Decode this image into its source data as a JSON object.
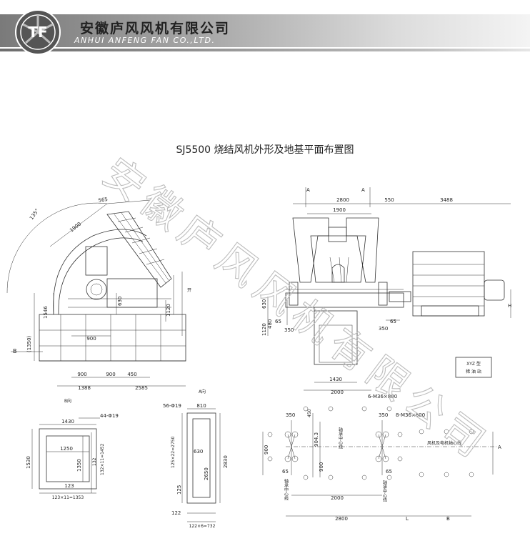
{
  "header": {
    "company_cn": "安徽庐风风机有限公司",
    "company_en": "ANHUI ANFENG FAN CO.,LTD.",
    "logo_text": "TF"
  },
  "drawing": {
    "title": "SJ5500 烧结风机外形及地基平面布置图",
    "side_view": {
      "angle": "135°",
      "dim_1900": "1900",
      "dim_565": "565",
      "dim_1546": "1546",
      "dim_1350": "(1350)",
      "dim_1120": "1120",
      "dim_630": "630",
      "dim_900_inner": "900",
      "dim_900_a": "900",
      "dim_900_b": "900",
      "dim_450": "450",
      "dim_1388": "1388",
      "dim_2585": "2585",
      "marker_b": "B",
      "marker_side": "开"
    },
    "front_view": {
      "marker_a_left": "A",
      "marker_a_right": "A",
      "dim_2800": "2800",
      "dim_550": "550",
      "dim_3488": "3488",
      "dim_1900": "1900",
      "dim_630": "630",
      "dim_1120": "1120",
      "dim_480": "480",
      "dim_65_left": "65",
      "dim_350_left": "350",
      "dim_350_right": "350",
      "dim_65_right": "65",
      "dim_1430": "1430",
      "dim_2000": "2000",
      "dim_h": "H",
      "box_label_1": "XYZ 型",
      "box_label_2": "稀 油 站"
    },
    "view_b": {
      "label": "B向",
      "dim_1430": "1430",
      "holes": "44-Φ19",
      "dim_1250": "1250",
      "dim_1530": "1530",
      "dim_1350": "1350",
      "dim_132": "132",
      "dim_132x11": "132×11=1452",
      "dim_123": "123",
      "dim_123x11": "123×11=1353"
    },
    "view_a": {
      "label": "A向",
      "holes": "56-Φ19",
      "dim_810": "810",
      "dim_125x22": "125×22=2750",
      "dim_630": "630",
      "dim_2650": "2650",
      "dim_2830": "2830",
      "dim_125": "125",
      "dim_122": "122",
      "dim_122x6": "122×6=732"
    },
    "foundation": {
      "bolts_6": "6-M36×800",
      "bolts_8": "8-M36×800",
      "dim_350_left": "350",
      "dim_350_right": "350",
      "dim_450": "450",
      "dim_904": "904.3",
      "dim_900_left": "900",
      "dim_900_mid": "900",
      "dim_65_left": "65",
      "dim_65_right": "65",
      "dim_2000": "2000",
      "dim_2800": "2800",
      "bearing_center_left": "轴承中心线",
      "bearing_center_mid": "轴承中心线",
      "bearing_center_right": "轴承中心线",
      "motor_axis": "风机及电机轴心线",
      "marker_a": "A",
      "marker_l": "L",
      "marker_b": "B"
    }
  },
  "watermark": "安徽庐风风机有限公司",
  "colors": {
    "band_dark": "#7a7a7a",
    "band_light": "#f4f4f4",
    "line": "#333333"
  }
}
